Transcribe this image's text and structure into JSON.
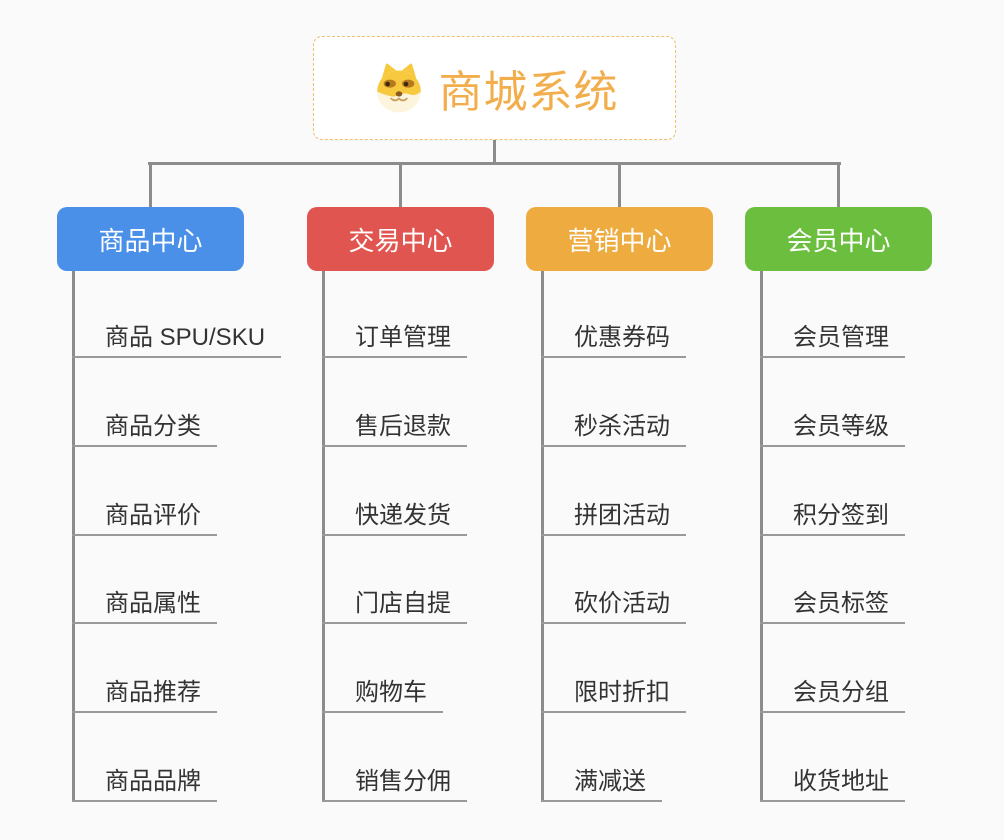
{
  "root": {
    "title": "商城系统",
    "icon": "doge-face-icon"
  },
  "colors": {
    "background": "#fafafa",
    "root_border": "#f2be6f",
    "root_title": "#f2ae4c",
    "connector": "#8c8c8c",
    "underline": "#999999",
    "item_text": "#333333"
  },
  "branches": [
    {
      "label": "商品中心",
      "color": "#4a90e8",
      "items": [
        "商品 SPU/SKU",
        "商品分类",
        "商品评价",
        "商品属性",
        "商品推荐",
        "商品品牌"
      ]
    },
    {
      "label": "交易中心",
      "color": "#e15551",
      "items": [
        "订单管理",
        "售后退款",
        "快递发货",
        "门店自提",
        "购物车",
        "销售分佣"
      ]
    },
    {
      "label": "营销中心",
      "color": "#eeac40",
      "items": [
        "优惠券码",
        "秒杀活动",
        "拼团活动",
        "砍价活动",
        "限时折扣",
        "满减送"
      ]
    },
    {
      "label": "会员中心",
      "color": "#6cbe3f",
      "items": [
        "会员管理",
        "会员等级",
        "积分签到",
        "会员标签",
        "会员分组",
        "收货地址"
      ]
    }
  ]
}
